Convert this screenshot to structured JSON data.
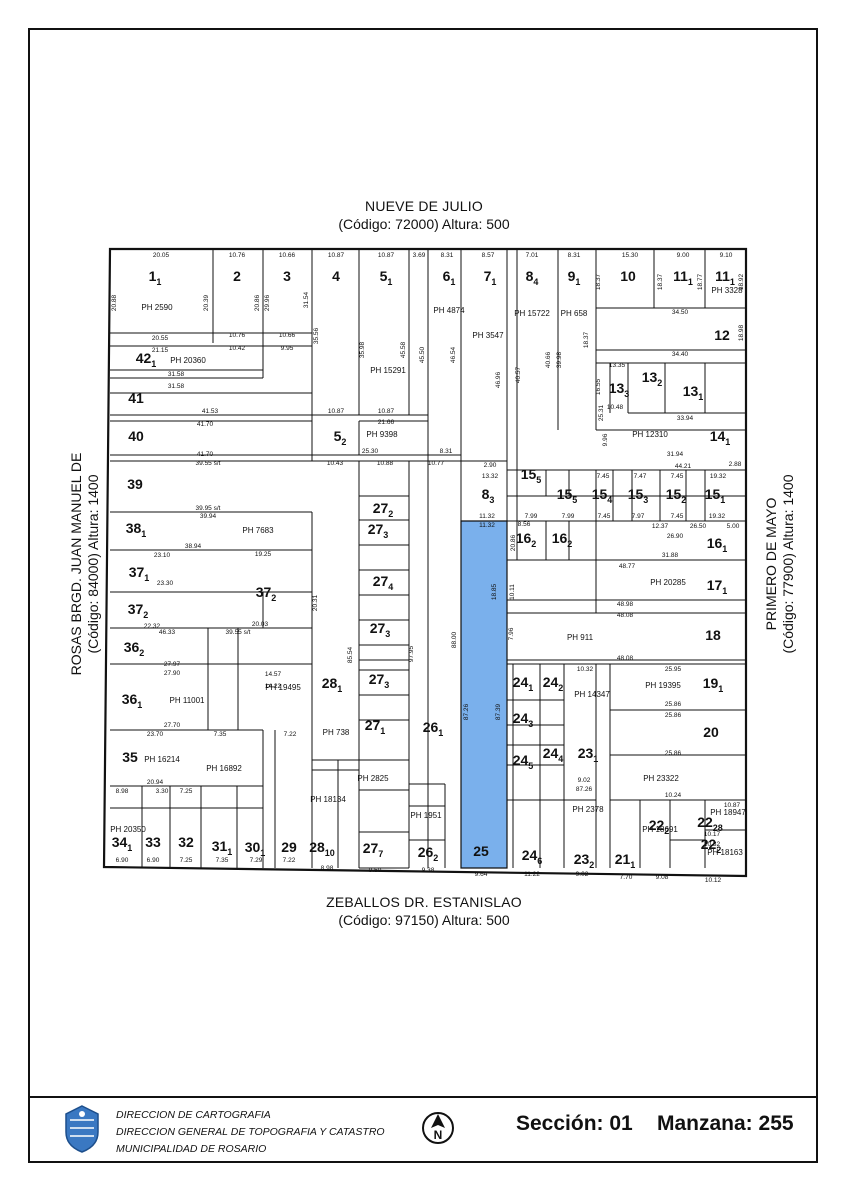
{
  "streets": {
    "north": {
      "name": "NUEVE DE JULIO",
      "code": "(Código: 72000) Altura: 500"
    },
    "south": {
      "name": "ZEBALLOS DR. ESTANISLAO",
      "code": "(Código: 97150) Altura: 500"
    },
    "west": {
      "name": "ROSAS BRGD. JUAN MANUEL DE",
      "code": "(Código: 84000) Altura: 1400"
    },
    "east": {
      "name": "PRIMERO DE MAYO",
      "code": "(Código: 77900) Altura: 1400"
    }
  },
  "parcels": [
    {
      "id": "1",
      "sub": "1",
      "ph": "PH 2590"
    },
    {
      "id": "2",
      "sub": "",
      "ph": ""
    },
    {
      "id": "3",
      "sub": "",
      "ph": ""
    },
    {
      "id": "4",
      "sub": "",
      "ph": ""
    },
    {
      "id": "5",
      "sub": "1",
      "ph": "PH 15291"
    },
    {
      "id": "6",
      "sub": "1",
      "ph": "PH 4874"
    },
    {
      "id": "7",
      "sub": "1",
      "ph": "PH 3547"
    },
    {
      "id": "8",
      "sub": "4",
      "ph": "PH 15722"
    },
    {
      "id": "9",
      "sub": "1",
      "ph": "PH 658"
    },
    {
      "id": "10",
      "sub": "",
      "ph": ""
    },
    {
      "id": "11",
      "sub": "1",
      "ph": ""
    },
    {
      "id": "11",
      "sub": "1",
      "ph": "PH 3328"
    },
    {
      "id": "12",
      "sub": "",
      "ph": ""
    },
    {
      "id": "13",
      "sub": "3",
      "ph": ""
    },
    {
      "id": "13",
      "sub": "2",
      "ph": ""
    },
    {
      "id": "13",
      "sub": "1",
      "ph": ""
    },
    {
      "id": "14",
      "sub": "1",
      "ph": "PH 12310"
    },
    {
      "id": "5",
      "sub": "2",
      "ph": "PH 9398"
    },
    {
      "id": "8",
      "sub": "3",
      "ph": ""
    },
    {
      "id": "15",
      "sub": "5",
      "ph": ""
    },
    {
      "id": "15",
      "sub": "5",
      "ph": ""
    },
    {
      "id": "15",
      "sub": "4",
      "ph": ""
    },
    {
      "id": "15",
      "sub": "3",
      "ph": ""
    },
    {
      "id": "15",
      "sub": "2",
      "ph": ""
    },
    {
      "id": "15",
      "sub": "1",
      "ph": ""
    },
    {
      "id": "16",
      "sub": "2",
      "ph": ""
    },
    {
      "id": "16",
      "sub": "2",
      "ph": ""
    },
    {
      "id": "16",
      "sub": "1",
      "ph": ""
    },
    {
      "id": "17",
      "sub": "1",
      "ph": "PH 20285"
    },
    {
      "id": "18",
      "sub": "",
      "ph": "PH 911"
    },
    {
      "id": "19",
      "sub": "1",
      "ph": "PH 19395"
    },
    {
      "id": "20",
      "sub": "",
      "ph": ""
    },
    {
      "id": "22",
      "sub": "28",
      "ph": "PH 18947"
    },
    {
      "id": "22",
      "sub": "2",
      "ph": "PH 18163"
    },
    {
      "id": "22",
      "sub": "2",
      "ph": "PH 18691"
    },
    {
      "id": "21",
      "sub": "1",
      "ph": ""
    },
    {
      "id": "23",
      "sub": "2",
      "ph": "PH 2378"
    },
    {
      "id": "23",
      "sub": "1",
      "ph": "PH 14347"
    },
    {
      "id": "24",
      "sub": "6",
      "ph": ""
    },
    {
      "id": "24",
      "sub": "1",
      "ph": ""
    },
    {
      "id": "24",
      "sub": "2",
      "ph": ""
    },
    {
      "id": "24",
      "sub": "3",
      "ph": ""
    },
    {
      "id": "24",
      "sub": "4",
      "ph": ""
    },
    {
      "id": "24",
      "sub": "5",
      "ph": ""
    },
    {
      "id": "25",
      "sub": "",
      "ph": ""
    },
    {
      "id": "26",
      "sub": "1",
      "ph": ""
    },
    {
      "id": "26",
      "sub": "2",
      "ph": "PH 1951"
    },
    {
      "id": "27",
      "sub": "2",
      "ph": ""
    },
    {
      "id": "27",
      "sub": "3",
      "ph": ""
    },
    {
      "id": "27",
      "sub": "4",
      "ph": ""
    },
    {
      "id": "27",
      "sub": "3",
      "ph": ""
    },
    {
      "id": "27",
      "sub": "3",
      "ph": ""
    },
    {
      "id": "27",
      "sub": "1",
      "ph": "PH 2825"
    },
    {
      "id": "27",
      "sub": "7",
      "ph": ""
    },
    {
      "id": "28",
      "sub": "1",
      "ph": "PH 738"
    },
    {
      "id": "28",
      "sub": "10",
      "ph": "PH 18134"
    },
    {
      "id": "29",
      "sub": "",
      "ph": ""
    },
    {
      "id": "30",
      "sub": "1",
      "ph": ""
    },
    {
      "id": "31",
      "sub": "1",
      "ph": ""
    },
    {
      "id": "32",
      "sub": "",
      "ph": ""
    },
    {
      "id": "33",
      "sub": "",
      "ph": ""
    },
    {
      "id": "34",
      "sub": "1",
      "ph": "PH 20350"
    },
    {
      "id": "35",
      "sub": "",
      "ph": "PH 16214"
    },
    {
      "id": "36",
      "sub": "1",
      "ph": "PH 11001"
    },
    {
      "id": "36",
      "sub": "2",
      "ph": ""
    },
    {
      "id": "37",
      "sub": "1",
      "ph": ""
    },
    {
      "id": "37",
      "sub": "2",
      "ph": ""
    },
    {
      "id": "37",
      "sub": "2",
      "ph": "PH 19495"
    },
    {
      "id": "38",
      "sub": "1",
      "ph": "PH 7683"
    },
    {
      "id": "39",
      "sub": "",
      "ph": ""
    },
    {
      "id": "40",
      "sub": "",
      "ph": ""
    },
    {
      "id": "41",
      "sub": "",
      "ph": ""
    },
    {
      "id": "42",
      "sub": "1",
      "ph": "PH 20360"
    },
    {
      "id": "",
      "sub": "",
      "ph": "PH 16892"
    },
    {
      "id": "",
      "sub": "",
      "ph": "PH 23322"
    }
  ],
  "measures": [
    "20.05",
    "10.76",
    "10.66",
    "10.87",
    "10.87",
    "3.69",
    "8.31",
    "8.57",
    "7.01",
    "8.31",
    "15.30",
    "9.00",
    "9.10",
    "20.55",
    "10.76",
    "10.66",
    "21.15",
    "10.42",
    "9.95",
    "31.58",
    "31.58",
    "41.53",
    "41.70",
    "41.70",
    "39.55 s/t",
    "39.95 s/t",
    "39.94",
    "38.94",
    "23.10",
    "23.30",
    "22.32",
    "46.33",
    "39.55 s/t",
    "19.25",
    "20.03",
    "27.97",
    "27.90",
    "14.57",
    "14.22",
    "27.70",
    "23.70",
    "20.94",
    "8.98",
    "3.30",
    "7.25",
    "7.35",
    "7.22",
    "6.90",
    "6.90",
    "7.25",
    "7.35",
    "7.29",
    "7.22",
    "8.98",
    "9.50",
    "9.38",
    "9.64",
    "11.22",
    "9.02",
    "7.70",
    "9.08",
    "10.12",
    "10.87",
    "10.87",
    "21.66",
    "25.30",
    "8.31",
    "10.43",
    "10.88",
    "10.77",
    "2.90",
    "13.32",
    "11.32",
    "11.32",
    "34.50",
    "34.40",
    "13.35",
    "10.48",
    "33.94",
    "31.94",
    "44.21",
    "2.88",
    "7.45",
    "7.47",
    "7.45",
    "19.32",
    "7.99",
    "7.99",
    "7.45",
    "7.97",
    "7.45",
    "19.32",
    "12.37",
    "26.50",
    "5.00",
    "26.90",
    "31.88",
    "48.77",
    "48.98",
    "48.08",
    "48.08",
    "25.95",
    "25.86",
    "25.86",
    "25.86",
    "10.24",
    "10.87",
    "10.17",
    "10.32",
    "10.32",
    "9.02",
    "87.26",
    "87.26",
    "87.39",
    "88.00",
    "85.54",
    "20.31",
    "97.95",
    "18.85",
    "10.11",
    "7.96",
    "8.56",
    "20.86",
    "20.88",
    "20.39",
    "20.86",
    "29.96",
    "31.54",
    "35.56",
    "35.98",
    "45.58",
    "45.50",
    "46.54",
    "46.96",
    "40.57",
    "40.66",
    "39.98",
    "18.37",
    "18.37",
    "18.37",
    "18.77",
    "18.92",
    "18.98",
    "16.55",
    "25.31",
    "9.96"
  ],
  "footer": {
    "line1": "DIRECCION DE CARTOGRAFIA",
    "line2": "DIRECCION GENERAL DE TOPOGRAFIA Y CATASTRO",
    "line3": "MUNICIPALIDAD DE ROSARIO",
    "seccion_label": "Sección:",
    "seccion_value": "01",
    "manzana_label": "Manzana:",
    "manzana_value": "255",
    "north_letter": "N"
  },
  "colors": {
    "highlight": "#7ab0ec",
    "ink": "#111111"
  }
}
